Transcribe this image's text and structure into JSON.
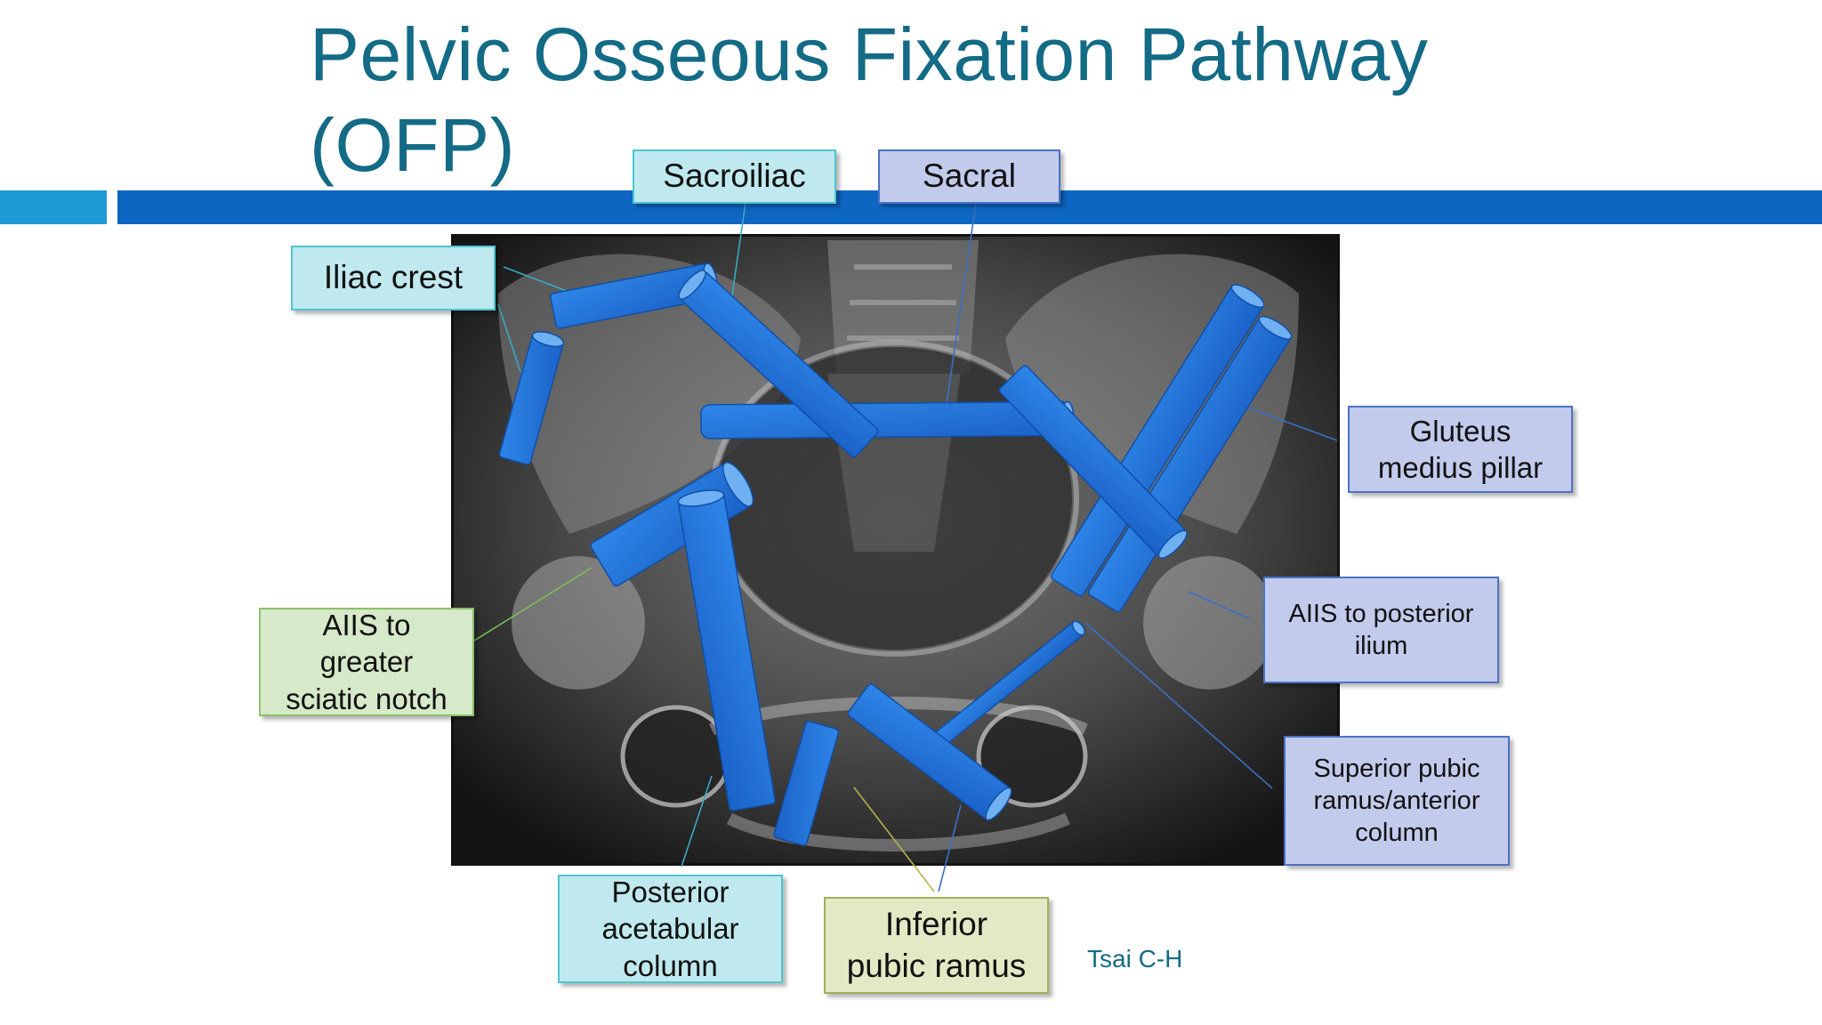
{
  "slide": {
    "title": "Pelvic Osseous Fixation Pathway\n(OFP)",
    "credit": "Tsai C-H",
    "colors": {
      "title": "#136b86",
      "accent_bar_left": "#1d9ad6",
      "accent_bar_right": "#0d66c2",
      "screw": "#1f6fd6",
      "xray_background": "#1a1a1a"
    }
  },
  "labels": {
    "iliac_crest": "Iliac crest",
    "sacroiliac": "Sacroiliac",
    "sacral": "Sacral",
    "gluteus_medius_pillar": "Gluteus\nmedius pillar",
    "aiis_to_greater_sciatic_notch": "AIIS to\ngreater\nsciatic notch",
    "aiis_to_posterior_ilium": "AIIS to posterior\nilium",
    "superior_pubic_ramus": "Superior pubic\nramus/anterior\ncolumn",
    "posterior_acetabular_column": "Posterior\nacetabular\ncolumn",
    "inferior_pubic_ramus": "Inferior\npubic ramus"
  }
}
